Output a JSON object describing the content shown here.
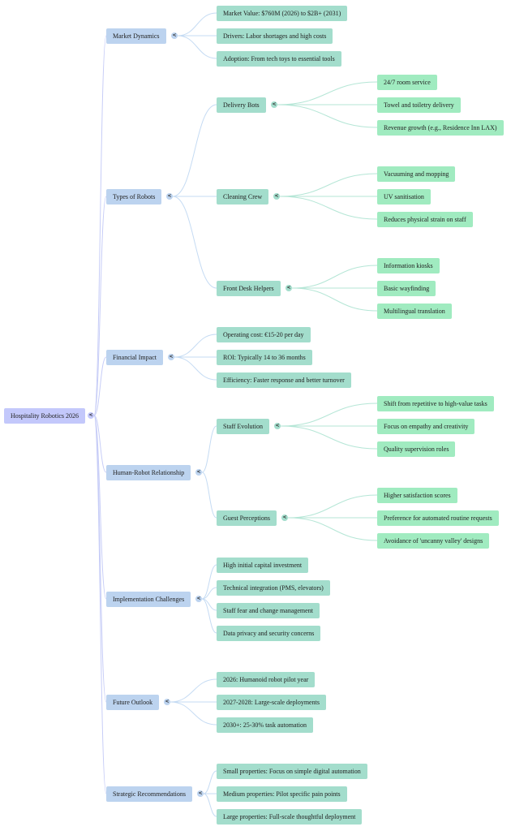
{
  "mindmap": {
    "title": "Hospitality Robotics 2026",
    "collapse_glyph": "<",
    "colors": {
      "root": "#c3c8fb",
      "level1": "#bcd3ef",
      "level2": "#a3ddcc",
      "level3": "#a0ebc0",
      "link_level1": "#c7cdf7",
      "link_level2": "#c5dbf3",
      "link_level3": "#b5e6d6"
    },
    "branches": [
      {
        "label": "Market Dynamics",
        "children": [
          {
            "label": "Market Value: $760M (2026) to $2B+ (2031)"
          },
          {
            "label": "Drivers: Labor shortages and high costs"
          },
          {
            "label": "Adoption: From tech toys to essential tools"
          }
        ]
      },
      {
        "label": "Types of Robots",
        "children": [
          {
            "label": "Delivery Bots",
            "children": [
              {
                "label": "24/7 room service"
              },
              {
                "label": "Towel and toiletry delivery"
              },
              {
                "label": "Revenue growth (e.g., Residence Inn LAX)"
              }
            ]
          },
          {
            "label": "Cleaning Crew",
            "children": [
              {
                "label": "Vacuuming and mopping"
              },
              {
                "label": "UV sanitisation"
              },
              {
                "label": "Reduces physical strain on staff"
              }
            ]
          },
          {
            "label": "Front Desk Helpers",
            "children": [
              {
                "label": "Information kiosks"
              },
              {
                "label": "Basic wayfinding"
              },
              {
                "label": "Multilingual translation"
              }
            ]
          }
        ]
      },
      {
        "label": "Financial Impact",
        "children": [
          {
            "label": "Operating cost: €15-20 per day"
          },
          {
            "label": "ROI: Typically 14 to 36 months"
          },
          {
            "label": "Efficiency: Faster response and better turnover"
          }
        ]
      },
      {
        "label": "Human-Robot Relationship",
        "children": [
          {
            "label": "Staff Evolution",
            "children": [
              {
                "label": "Shift from repetitive to high-value tasks"
              },
              {
                "label": "Focus on empathy and creativity"
              },
              {
                "label": "Quality supervision roles"
              }
            ]
          },
          {
            "label": "Guest Perceptions",
            "children": [
              {
                "label": "Higher satisfaction scores"
              },
              {
                "label": "Preference for automated routine requests"
              },
              {
                "label": "Avoidance of 'uncanny valley' designs"
              }
            ]
          }
        ]
      },
      {
        "label": "Implementation Challenges",
        "children": [
          {
            "label": "High initial capital investment"
          },
          {
            "label": "Technical integration (PMS, elevators)"
          },
          {
            "label": "Staff fear and change management"
          },
          {
            "label": "Data privacy and security concerns"
          }
        ]
      },
      {
        "label": "Future Outlook",
        "children": [
          {
            "label": "2026: Humanoid robot pilot year"
          },
          {
            "label": "2027-2028: Large-scale deployments"
          },
          {
            "label": "2030+: 25-30% task automation"
          }
        ]
      },
      {
        "label": "Strategic Recommendations",
        "children": [
          {
            "label": "Small properties: Focus on simple digital automation"
          },
          {
            "label": "Medium properties: Pilot specific pain points"
          },
          {
            "label": "Large properties: Full-scale thoughtful deployment"
          }
        ]
      }
    ]
  }
}
